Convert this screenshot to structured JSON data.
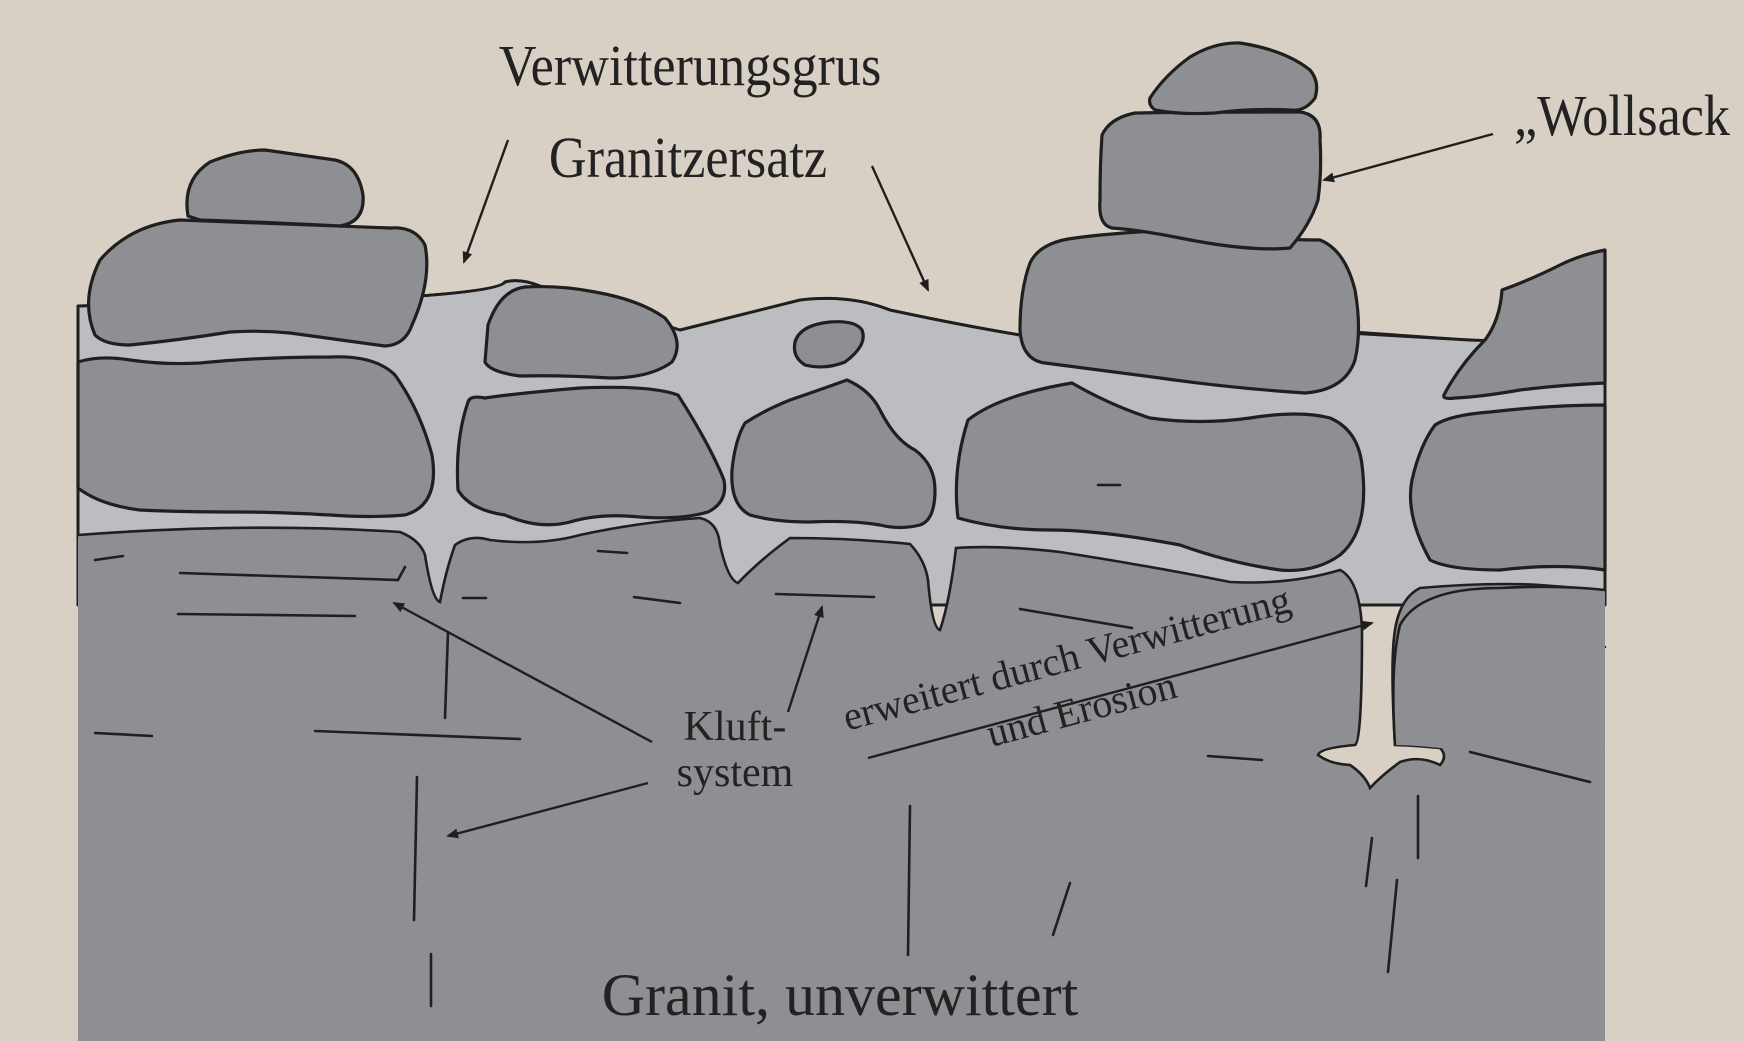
{
  "labels": {
    "verwitterungsgrus": "Verwitterungsgrus",
    "granitzersatz": "Granitzersatz",
    "wollsack": "„Wollsack",
    "kluft_line1": "Kluft-",
    "kluft_line2": "system",
    "erweitert_line1": "erweitert durch Verwitterung",
    "erweitert_line2": "und Erosion",
    "granit": "Granit, unverwittert"
  },
  "colors": {
    "background": "#d8d0c4",
    "rock": "#8e8f92",
    "grus": "#bcbdc0",
    "outline": "#1f1f1f"
  }
}
